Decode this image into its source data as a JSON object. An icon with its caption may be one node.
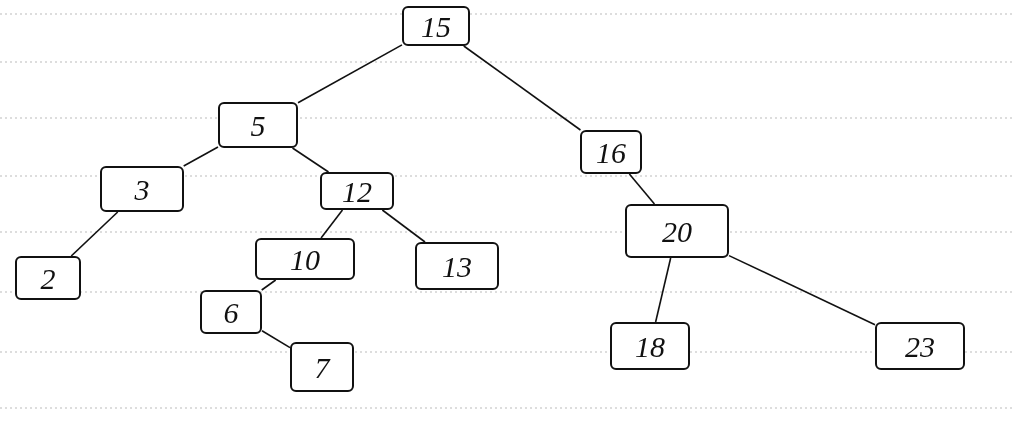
{
  "diagram": {
    "nodes": [
      {
        "text": [
          "15"
        ]
      },
      {
        "text": [
          "5"
        ]
      },
      {
        "text": [
          "16"
        ]
      },
      {
        "text": [
          "3"
        ]
      },
      {
        "text": [
          "12"
        ]
      },
      {
        "text": [
          "20"
        ]
      },
      {
        "text": [
          "2"
        ]
      },
      {
        "text": [
          "10"
        ]
      },
      {
        "text": [
          "13"
        ]
      },
      {
        "text": [
          "6"
        ]
      },
      {
        "text": [
          "7"
        ]
      },
      {
        "text": [
          "18"
        ]
      },
      {
        "text": [
          "23"
        ]
      }
    ],
    "edges": [
      {
        "from": 0,
        "to": 1,
        "arrow": "none"
      },
      {
        "from": 0,
        "to": 2,
        "arrow": "none"
      },
      {
        "from": 1,
        "to": 3,
        "arrow": "none"
      },
      {
        "from": 1,
        "to": 4,
        "arrow": "none"
      },
      {
        "from": 3,
        "to": 6,
        "arrow": "none"
      },
      {
        "from": 4,
        "to": 7,
        "arrow": "none"
      },
      {
        "from": 4,
        "to": 8,
        "arrow": "none"
      },
      {
        "from": 7,
        "to": 9,
        "arrow": "none"
      },
      {
        "from": 9,
        "to": 10,
        "arrow": "none"
      },
      {
        "from": 2,
        "to": 5,
        "arrow": "none"
      },
      {
        "from": 5,
        "to": 11,
        "arrow": "none"
      },
      {
        "from": 5,
        "to": 12,
        "arrow": "none"
      }
    ]
  }
}
